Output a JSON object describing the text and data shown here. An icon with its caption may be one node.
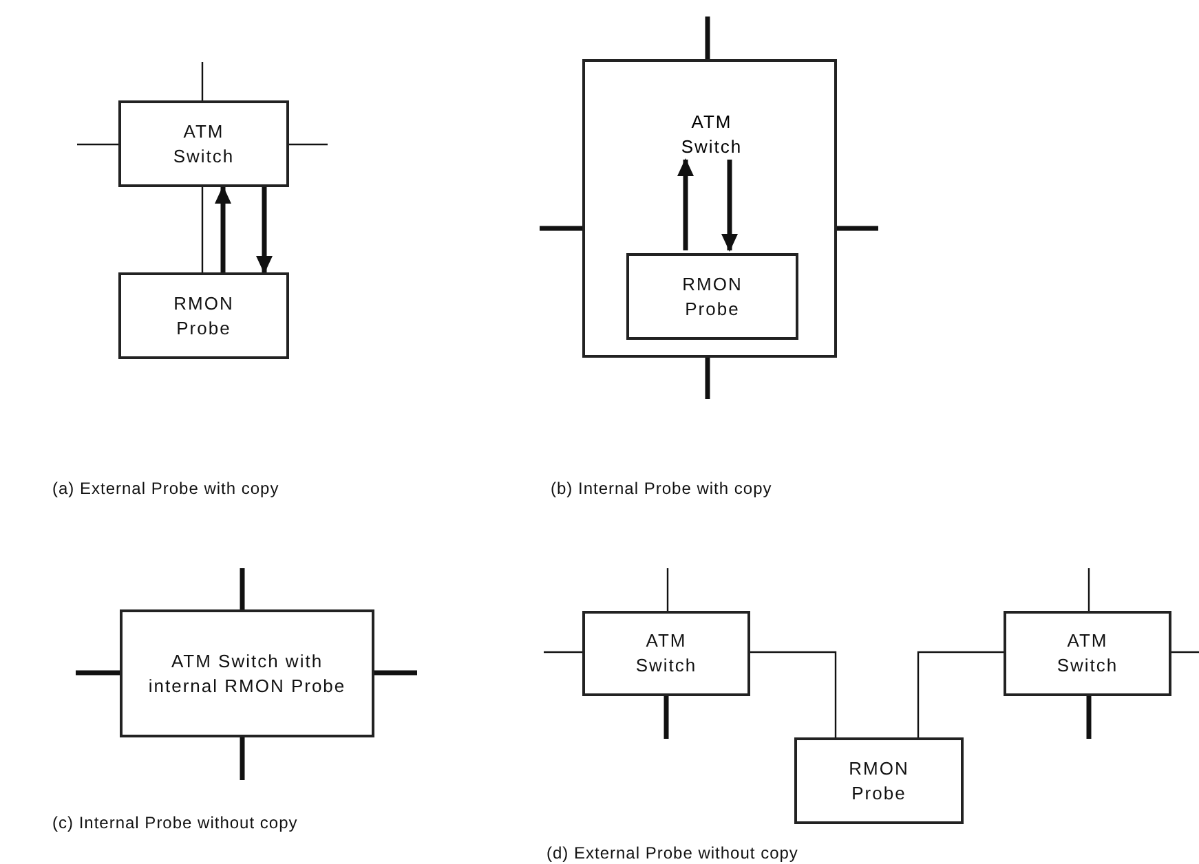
{
  "diagram": {
    "nodes": [
      {
        "text": [
          "ATM Switch"
        ]
      },
      {
        "text": [
          "RMON Probe"
        ]
      },
      {
        "text": [],
        "shape": "box"
      },
      {
        "text": [
          "ATM Switch"
        ],
        "in": 2
      },
      {
        "text": [
          "RMON Probe"
        ],
        "in": 2
      },
      {
        "text": [
          "ATM Switch with internal RMON Probe"
        ]
      },
      {
        "text": [
          "ATM Switch"
        ]
      },
      {
        "text": [
          "RMON Probe"
        ]
      },
      {
        "text": [
          "ATM Switch"
        ]
      }
    ],
    "edges": [
      {
        "from": 0,
        "to": null,
        "arrow": "none"
      },
      {
        "from": 0,
        "to": null,
        "arrow": "none"
      },
      {
        "from": 0,
        "to": null,
        "arrow": "none"
      },
      {
        "from": 0,
        "to": 1,
        "arrow": "none"
      },
      {
        "from": 1,
        "to": 0,
        "arrow": "to"
      },
      {
        "from": 0,
        "to": 1,
        "arrow": "to"
      },
      {
        "from": 2,
        "to": null,
        "arrow": "none"
      },
      {
        "from": 2,
        "to": null,
        "arrow": "none"
      },
      {
        "from": 2,
        "to": null,
        "arrow": "none"
      },
      {
        "from": 2,
        "to": null,
        "arrow": "none"
      },
      {
        "from": 4,
        "to": 3,
        "arrow": "to"
      },
      {
        "from": 3,
        "to": 4,
        "arrow": "to"
      },
      {
        "from": 5,
        "to": null,
        "arrow": "none"
      },
      {
        "from": 5,
        "to": null,
        "arrow": "none"
      },
      {
        "from": 5,
        "to": null,
        "arrow": "none"
      },
      {
        "from": 5,
        "to": null,
        "arrow": "none"
      },
      {
        "from": 6,
        "to": null,
        "arrow": "none"
      },
      {
        "from": 6,
        "to": null,
        "arrow": "none"
      },
      {
        "from": 6,
        "to": null,
        "arrow": "none"
      },
      {
        "from": 6,
        "to": 7,
        "arrow": "none"
      },
      {
        "from": 7,
        "to": 8,
        "arrow": "none"
      },
      {
        "from": 8,
        "to": null,
        "arrow": "none"
      },
      {
        "from": 8,
        "to": null,
        "arrow": "none"
      },
      {
        "from": 8,
        "to": null,
        "arrow": "none"
      }
    ],
    "labels": [
      "(a) External Probe with copy",
      "(b) Internal Probe with copy",
      "(c) Internal Probe without copy",
      "(d) External Probe without copy"
    ]
  }
}
